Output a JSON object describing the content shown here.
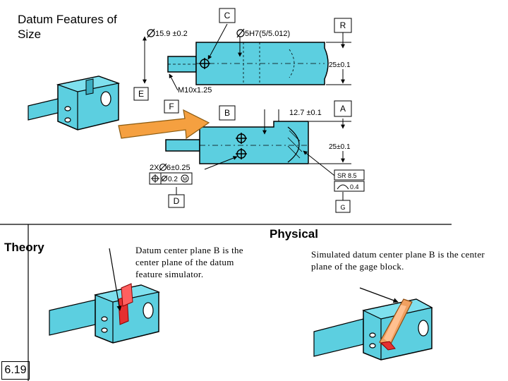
{
  "slide": {
    "title": "Datum Features of Size",
    "theory_label": "Theory",
    "physical_label": "Physical",
    "theory_caption": "Datum center plane B is the center plane of the datum feature simulator.",
    "physical_caption": "Simulated datum center plane B is the center plane of the gage block.",
    "page_number": "6.19"
  },
  "drawing": {
    "datum_c": "C",
    "datum_r": "R",
    "datum_e": "E",
    "datum_f": "F",
    "datum_b": "B",
    "datum_a": "A",
    "datum_d": "D",
    "datum_g": "G",
    "dim_diameter_1": "15.9 ±0.2",
    "dim_diameter_2": "5H7(5/5.012)",
    "dim_length_top": "25±0.1",
    "thread": "M10x1.25",
    "dim_width": "12.7 ±0.1",
    "dim_length_bottom": "25±0.1",
    "holes_callout": "2X",
    "holes_size": "6±0.25",
    "fcf_tolerance": "0.2",
    "sr_label": "SR 8.5",
    "sr_tolerance": "0.4"
  },
  "colors": {
    "part_fill": "#5ccfe0",
    "arrow_fill": "#f5a040",
    "simulator_red": "#e53030",
    "gage_block": "#f0a060"
  }
}
